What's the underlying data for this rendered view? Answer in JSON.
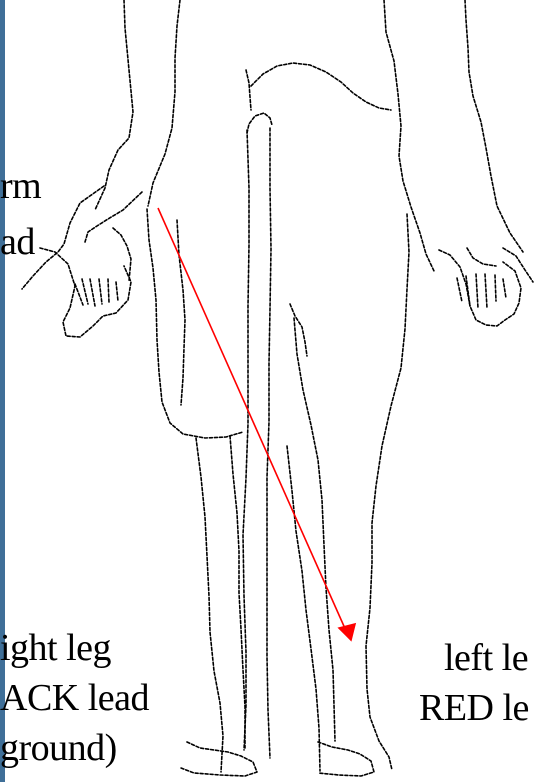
{
  "labels": {
    "upper_left_1": "rm",
    "upper_left_2": "ad",
    "lower_left_1": "ight leg",
    "lower_left_2": "ACK lead",
    "lower_left_3": "ground)",
    "lower_right_1": "left le",
    "lower_right_2": "RED le"
  },
  "colors": {
    "border": "#3f6f98",
    "arrow": "#ff0000",
    "outline": "#000000"
  }
}
